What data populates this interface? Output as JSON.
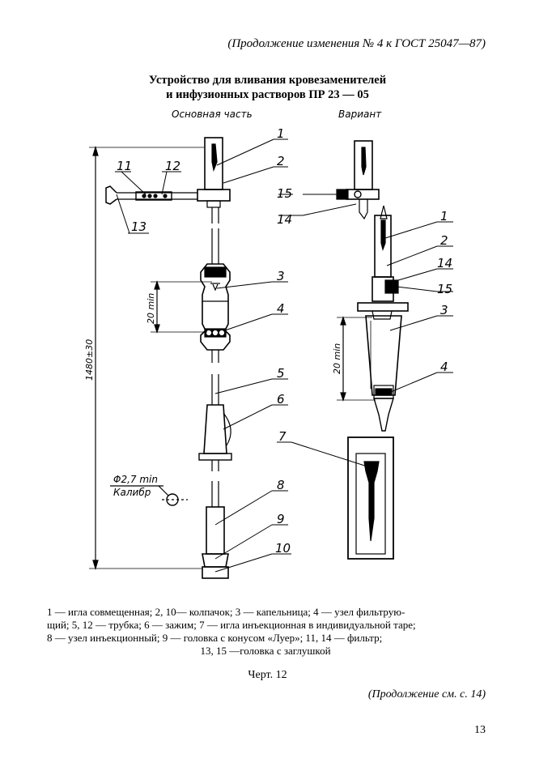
{
  "header": "(Продолжение изменения № 4 к ГОСТ 25047—87)",
  "title": {
    "line1": "Устройство для вливания кровезаменителей",
    "line2": "и инфузионных растворов ПР 23 — 05"
  },
  "subheadings": {
    "main": "Основная часть",
    "variant": "Вариант"
  },
  "dimensions": {
    "total_length": "1480±30",
    "drip_min_left": "20 min",
    "drip_min_right": "20 min",
    "caliber_size": "Φ2,7 min",
    "caliber_label": "Калибр"
  },
  "callouts": {
    "n1": "1",
    "n2": "2",
    "n3": "3",
    "n4": "4",
    "n5": "5",
    "n6": "6",
    "n7": "7",
    "n8": "8",
    "n9": "9",
    "n10": "10",
    "n11": "11",
    "n12": "12",
    "n13": "13",
    "n14": "14",
    "n15": "15"
  },
  "caption": {
    "line1": "1 — игла совмещенная; 2, 10— колпачок; 3 — капельница; 4 — узел фильтрую-",
    "line2": "щий; 5, 12 — трубка; 6 — зажим; 7 — игла инъекционная в индивидуальной таре;",
    "line3": "8 — узел инъекционный; 9 — головка с конусом «Луер»; 11, 14 — фильтр;",
    "line4": "13, 15 —головка с заглушкой"
  },
  "figure_label": "Черт. 12",
  "continuation": "(Продолжение см. с. 14)",
  "page_number": "13"
}
